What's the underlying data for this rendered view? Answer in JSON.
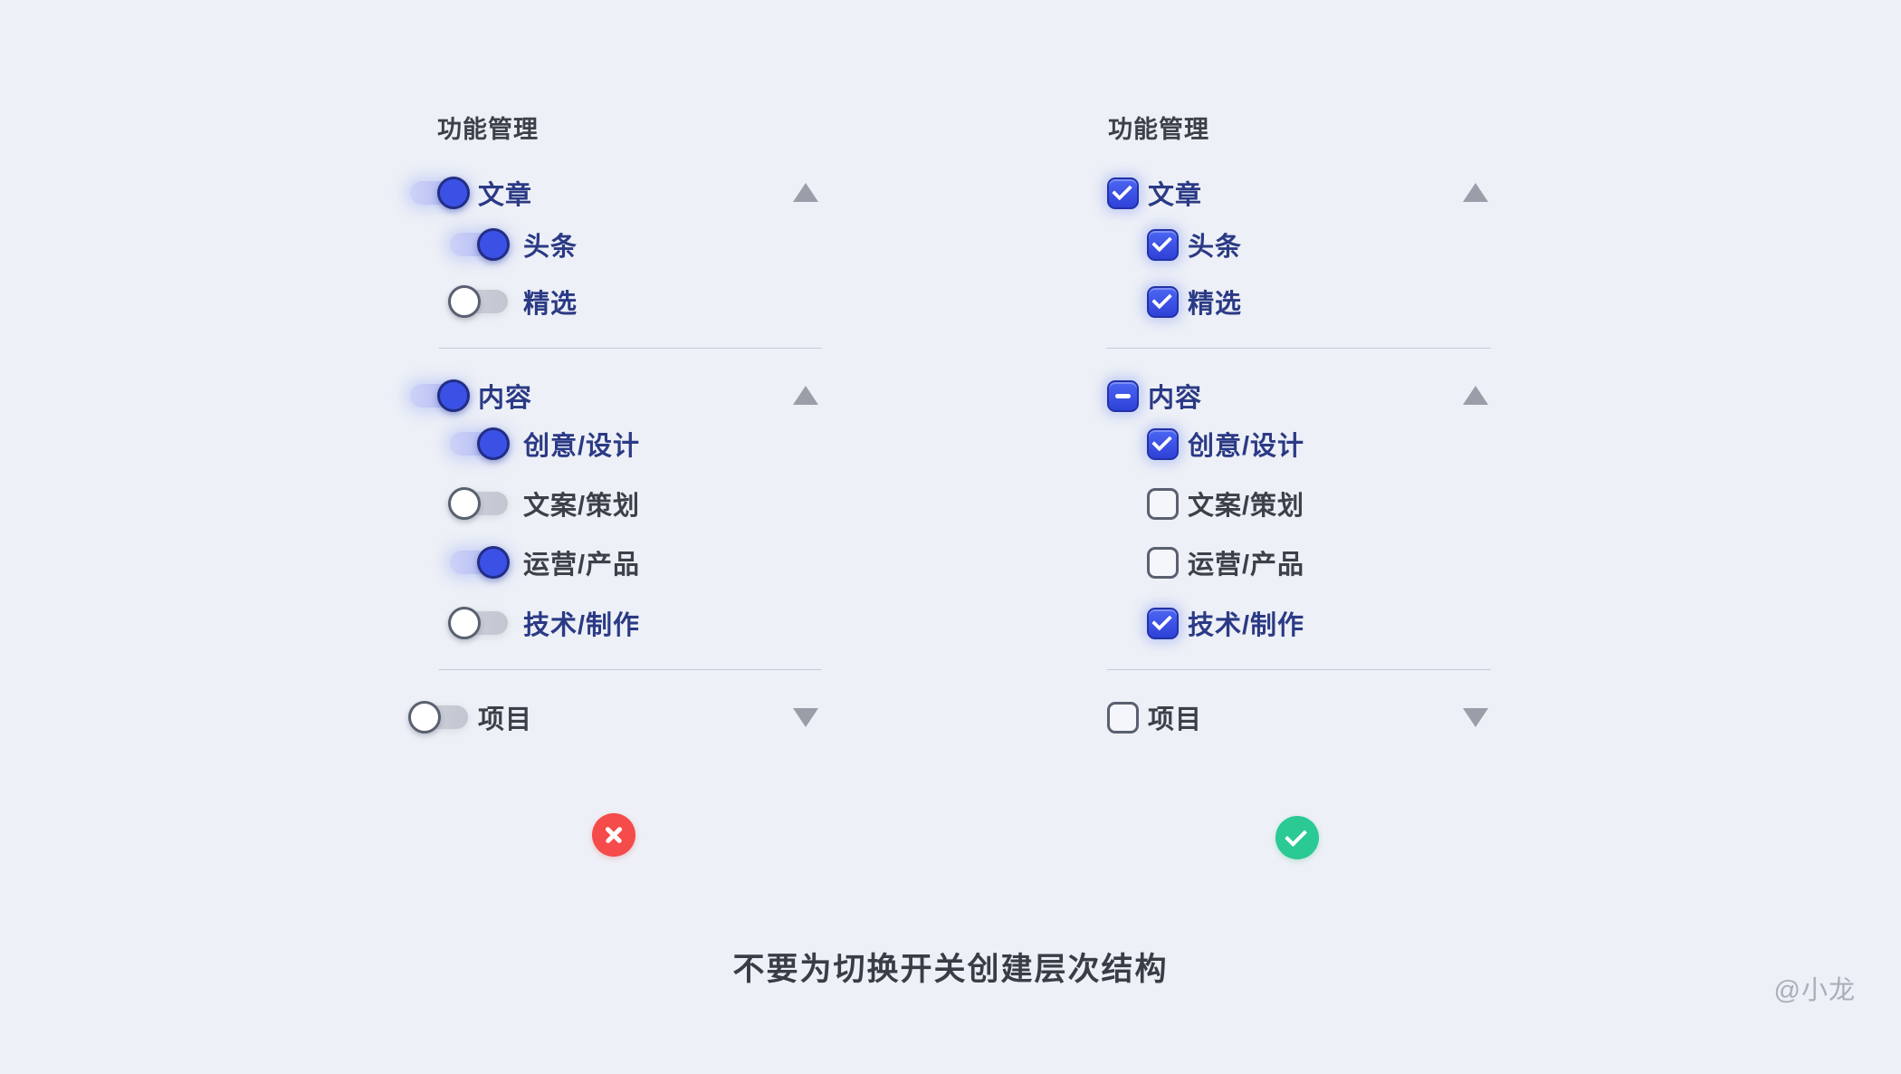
{
  "page": {
    "caption": "不要为切换开关创建层次结构",
    "watermark": "@小龙"
  },
  "colors": {
    "background": "#edf0f6",
    "accent_blue": "#3b51e6",
    "navy_label": "#2b3a85",
    "gray_label": "#3b4049",
    "bad_red": "#f54b4b",
    "good_green": "#2bc993",
    "caret_gray": "#9a9ea8",
    "divider": "#c6cada"
  },
  "left_panel": {
    "title": "功能管理",
    "control_type": "toggle",
    "verdict": "bad",
    "rows": [
      {
        "label": "文章",
        "state": "on",
        "level": 0,
        "label_color": "navy",
        "caret": "up"
      },
      {
        "label": "头条",
        "state": "on",
        "level": 1,
        "label_color": "navy"
      },
      {
        "label": "精选",
        "state": "off",
        "level": 1,
        "label_color": "navy"
      },
      {
        "label": "内容",
        "state": "on",
        "level": 0,
        "label_color": "navy",
        "caret": "up"
      },
      {
        "label": "创意/设计",
        "state": "on",
        "level": 1,
        "label_color": "navy"
      },
      {
        "label": "文案/策划",
        "state": "off",
        "level": 1,
        "label_color": "gray"
      },
      {
        "label": "运营/产品",
        "state": "on",
        "level": 1,
        "label_color": "gray"
      },
      {
        "label": "技术/制作",
        "state": "off",
        "level": 1,
        "label_color": "navy"
      },
      {
        "label": "项目",
        "state": "off",
        "level": 0,
        "label_color": "gray",
        "caret": "down"
      }
    ]
  },
  "right_panel": {
    "title": "功能管理",
    "control_type": "checkbox",
    "verdict": "good",
    "rows": [
      {
        "label": "文章",
        "state": "checked",
        "level": 0,
        "label_color": "navy",
        "caret": "up"
      },
      {
        "label": "头条",
        "state": "checked",
        "level": 1,
        "label_color": "navy"
      },
      {
        "label": "精选",
        "state": "checked",
        "level": 1,
        "label_color": "navy"
      },
      {
        "label": "内容",
        "state": "indeterminate",
        "level": 0,
        "label_color": "navy",
        "caret": "up"
      },
      {
        "label": "创意/设计",
        "state": "checked",
        "level": 1,
        "label_color": "navy"
      },
      {
        "label": "文案/策划",
        "state": "unchecked",
        "level": 1,
        "label_color": "gray"
      },
      {
        "label": "运营/产品",
        "state": "unchecked",
        "level": 1,
        "label_color": "gray"
      },
      {
        "label": "技术/制作",
        "state": "checked",
        "level": 1,
        "label_color": "navy"
      },
      {
        "label": "项目",
        "state": "unchecked",
        "level": 0,
        "label_color": "gray",
        "caret": "down"
      }
    ]
  }
}
